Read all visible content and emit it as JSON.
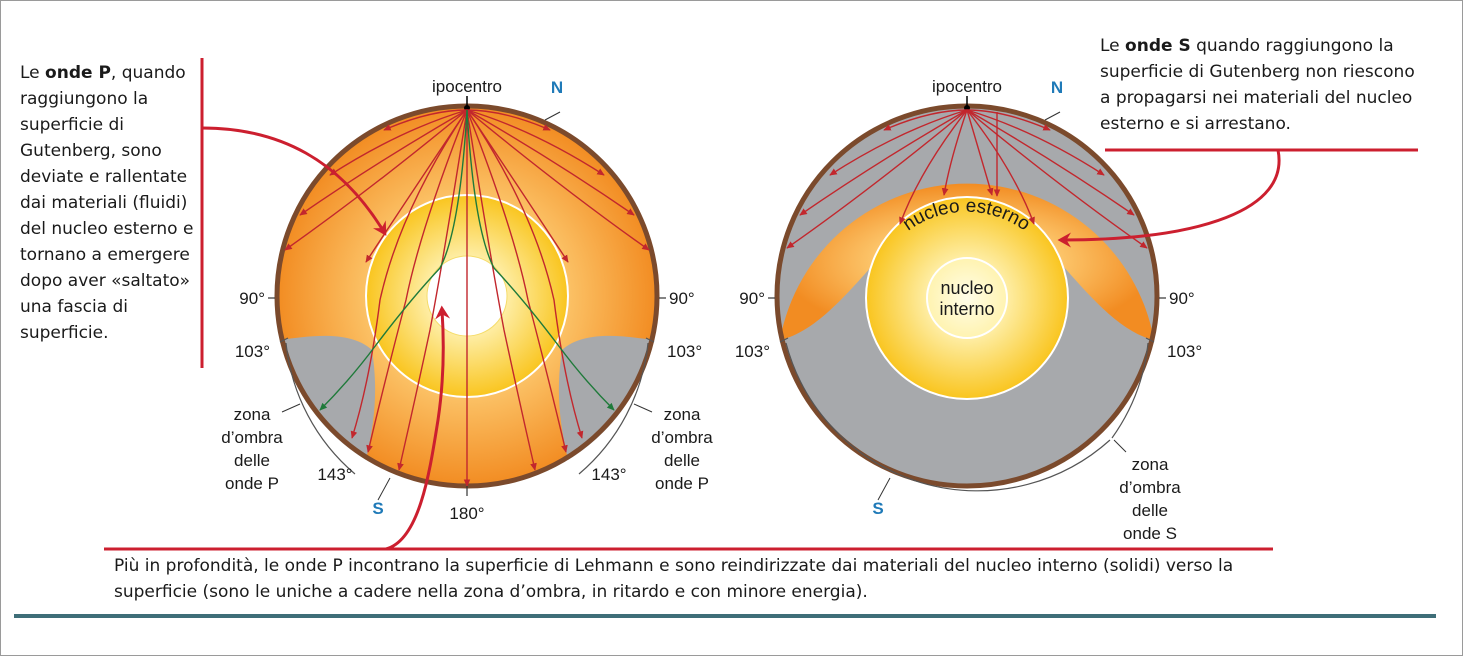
{
  "captions": {
    "left": {
      "pre": "Le ",
      "bold": "onde P",
      "post": ", quando raggiungono la superficie di Gutenberg, sono deviate e rallentate dai materiali (fluidi) del nucleo esterno e tornano a emergere dopo aver «saltato» una fascia di superficie."
    },
    "right": {
      "pre": "Le ",
      "bold": "onde S",
      "post": " quando raggiungono la superficie di Gutenberg non riescono a propagarsi nei materiali del nucleo esterno e si arrestano."
    },
    "bottom": "Più in profondità, le onde P incontrano la superficie di Lehmann e sono reindirizzate dai materiali del nucleo interno (solidi) verso la superficie (sono le uniche a cadere nella zona d’ombra, in ritardo e con minore energia)."
  },
  "left_diagram": {
    "hypocenter": "ipocentro",
    "north": "N",
    "south": "S",
    "deg90": "90°",
    "deg103": "103°",
    "deg143": "143°",
    "deg180": "180°",
    "shadow_zone": [
      "zona",
      "d’ombra",
      "delle",
      "onde P"
    ]
  },
  "right_diagram": {
    "hypocenter": "ipocentro",
    "north": "N",
    "south": "S",
    "deg90": "90°",
    "deg103": "103°",
    "outer_core": "nucleo esterno",
    "inner_core": [
      "nucleo",
      "interno"
    ],
    "shadow_zone": [
      "zona",
      "d’ombra",
      "delle",
      "onde S"
    ]
  },
  "colors": {
    "mantle": "#f39a33",
    "shadow": "#a7a9ac",
    "core_outer": "#fbd232",
    "crust": "#7b4a2c",
    "ray": "#c2272d",
    "lehmann_ray": "#1f7a3a",
    "pointer": "#cc1f2f",
    "label_blue": "#1f7ab8",
    "rule": "#3e6e78"
  }
}
